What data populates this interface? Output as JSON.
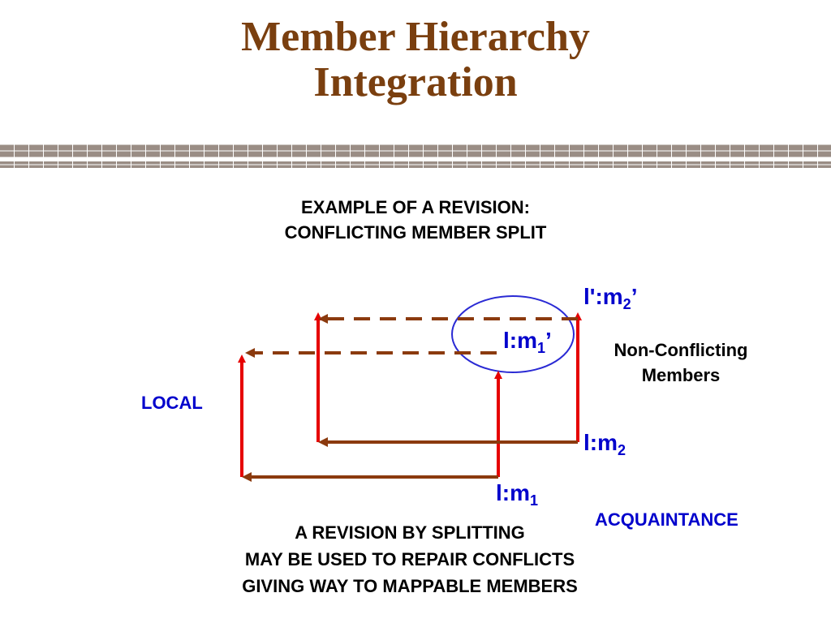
{
  "title": {
    "line1": "Member Hierarchy",
    "line2": "Integration"
  },
  "subtitle": {
    "line1": "EXAMPLE OF A REVISION:",
    "line2": "CONFLICTING MEMBER SPLIT"
  },
  "labels": {
    "local": "LOCAL",
    "acquaintance": "ACQUAINTANCE"
  },
  "members": {
    "lp_m2": {
      "prefix": "l':m",
      "sub": "2",
      "suffix": "’"
    },
    "l_m1_prime": {
      "prefix": "l:m",
      "sub": "1",
      "suffix": "’"
    },
    "l_m2": {
      "prefix": "l:m",
      "sub": "2",
      "suffix": ""
    },
    "l_m1": {
      "prefix": "l:m",
      "sub": "1",
      "suffix": ""
    }
  },
  "non_conflicting": {
    "line1": "Non-Conflicting",
    "line2": "Members"
  },
  "bottom_text": {
    "line1": "A REVISION BY SPLITTING",
    "line2": "MAY BE USED TO REPAIR CONFLICTS",
    "line3": "GIVING WAY TO MAPPABLE MEMBERS"
  },
  "colors": {
    "title": "#7a3f0f",
    "label_blue": "#0000cc",
    "red_arrow": "#e60000",
    "brown_arrow": "#8b3a0e",
    "ellipse": "#2a2ad4",
    "divider": "#7a6a60"
  }
}
